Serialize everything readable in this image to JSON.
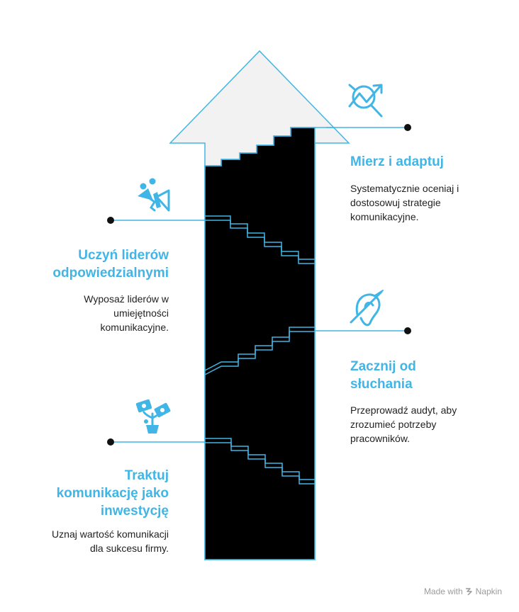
{
  "colors": {
    "accent": "#41b6e6",
    "arrow_fill": "#000000",
    "arrow_head_fill": "#f2f2f2",
    "text": "#222222",
    "footer_text": "#9b9b9b"
  },
  "steps": [
    {
      "title": "Mierz i adaptuj",
      "description": "Systematycznie oceniaj i\ndostosowuj strategie\nkomunikacyjne.",
      "icon": "chart-search-icon"
    },
    {
      "title": "Uczyń liderów\nodpowiedzialnymi",
      "description": "Wyposaż liderów w\numiejętności\nkomunikacyjne.",
      "icon": "megaphone-team-icon"
    },
    {
      "title": "Zacznij od\nsłuchania",
      "description": "Przeprowadź audyt, aby\nzrozumieć potrzeby\npracowników.",
      "icon": "ear-icon"
    },
    {
      "title": "Traktuj\nkomunikację jako\ninwestycję",
      "description": "Uznaj wartość komunikacji\ndla sukcesu firmy.",
      "icon": "money-plant-icon"
    }
  ],
  "footer": {
    "made_with": "Made with",
    "brand": "Napkin",
    "brand_icon": "napkin-logo-icon"
  }
}
